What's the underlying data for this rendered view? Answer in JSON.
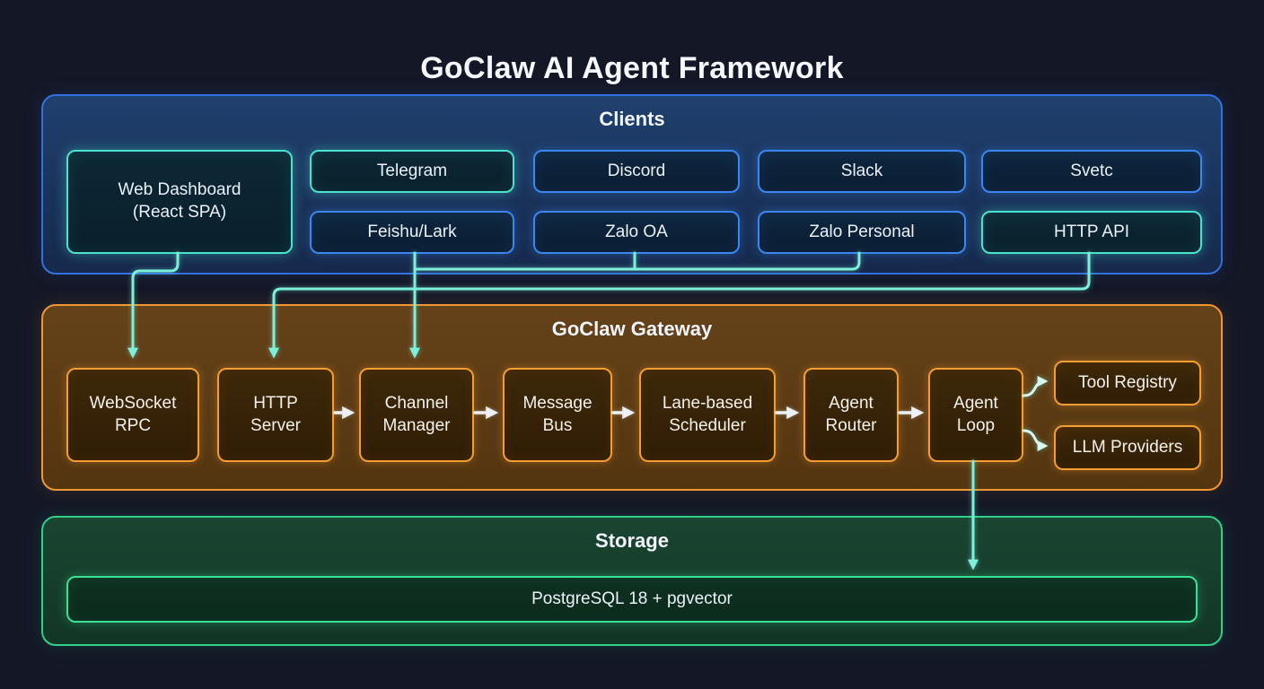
{
  "title": "GoClaw AI Agent Framework",
  "clients": {
    "title": "Clients",
    "dashboard": "Web Dashboard\n(React SPA)",
    "row1": [
      "Telegram",
      "Discord",
      "Slack",
      "Svetc"
    ],
    "row2": [
      "Feishu/Lark",
      "Zalo OA",
      "Zalo Personal",
      "HTTP API"
    ]
  },
  "gateway": {
    "title": "GoClaw Gateway",
    "pipeline": [
      "WebSocket\nRPC",
      "HTTP\nServer",
      "Channel\nManager",
      "Message\nBus",
      "Lane-based\nScheduler",
      "Agent\nRouter",
      "Agent\nLoop"
    ],
    "satellites": [
      "Tool Registry",
      "LLM Providers"
    ]
  },
  "storage": {
    "title": "Storage",
    "database": "PostgreSQL 18 + pgvector"
  },
  "colors": {
    "background": "#141726",
    "clients_panel_border": "#3272de",
    "client_node_border_blue": "#3b86f0",
    "accent_cyan": "#49e3d0",
    "gateway_panel_border": "#ef9833",
    "gateway_node_border": "#f59d33",
    "storage_panel_border": "#2fd08a",
    "connector_cyan": "#7df0dc"
  }
}
